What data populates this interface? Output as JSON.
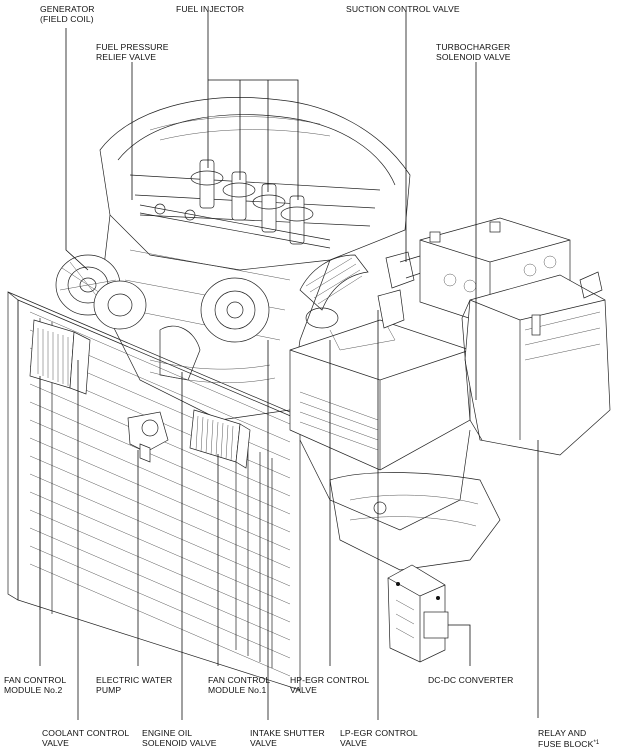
{
  "labels": {
    "generator": [
      "GENERATOR",
      "(FIELD COIL)"
    ],
    "fuel_injector": [
      "FUEL INJECTOR"
    ],
    "suction_control_valve": [
      "SUCTION CONTROL VALVE"
    ],
    "fuel_pressure_relief_valve": [
      "FUEL PRESSURE",
      "RELIEF VALVE"
    ],
    "turbocharger_solenoid_valve": [
      "TURBOCHARGER",
      "SOLENOID VALVE"
    ],
    "fan_control_module_2": [
      "FAN CONTROL",
      "MODULE No.2"
    ],
    "electric_water_pump": [
      "ELECTRIC WATER",
      "PUMP"
    ],
    "fan_control_module_1": [
      "FAN CONTROL",
      "MODULE No.1"
    ],
    "hp_egr_control_valve": [
      "HP-EGR CONTROL",
      "VALVE"
    ],
    "dc_dc_converter": [
      "DC-DC CONVERTER"
    ],
    "coolant_control_valve": [
      "COOLANT CONTROL",
      "VALVE"
    ],
    "engine_oil_solenoid_valve": [
      "ENGINE OIL",
      "SOLENOID VALVE"
    ],
    "intake_shutter_valve": [
      "INTAKE SHUTTER",
      "VALVE"
    ],
    "lp_egr_control_valve": [
      "LP-EGR CONTROL",
      "VALVE"
    ],
    "relay_fuse_block": [
      "RELAY AND",
      "FUSE BLOCK"
    ],
    "relay_fuse_block_note": "*1"
  }
}
